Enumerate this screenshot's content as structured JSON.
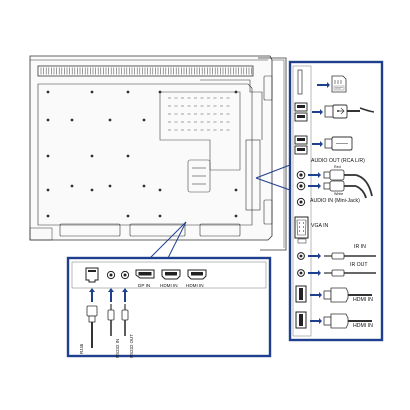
{
  "colors": {
    "callout_border": "#1f3f8f",
    "arrow": "#1f3f8f",
    "panel_line": "#333333",
    "panel_fill": "#f4f4f4",
    "port_fill": "#222222"
  },
  "side_panel": {
    "audio_out_label": "AUDIO OUT (RCA L/R)",
    "red_label": "Red",
    "white_label": "White",
    "audio_in_label": "AUDIO IN (Mini-Jack)",
    "vga_label": "VGA IN",
    "ir_in_label": "IR IN",
    "ir_out_label": "IR OUT",
    "hdmi_in_label_1": "HDMI IN",
    "hdmi_in_label_2": "HDMI IN",
    "icons": [
      "sd-card-icon",
      "usb-port-icon",
      "usb-drive-icon",
      "rca-plug-icon",
      "mini-jack-icon",
      "vga-cable-icon",
      "hdmi-cable-icon"
    ]
  },
  "bottom_panel": {
    "rj45_label": "RJ45",
    "rs232_in_label": "RS232 IN",
    "rs232_out_label": "RS232 OUT",
    "dp_in_label": "DP IN",
    "hdmi_in_label_1": "HDMI IN",
    "hdmi_in_label_2": "HDMI IN"
  }
}
